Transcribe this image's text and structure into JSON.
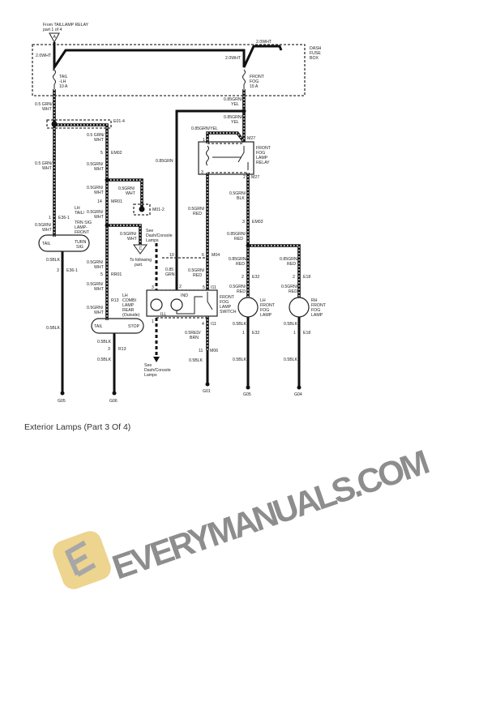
{
  "caption": "Exterior Lamps (Part 3 Of 4)",
  "watermark": "EVERYMANUALS.COM",
  "source": {
    "line1": "From TAILLAMP RELAY",
    "line2": "part 1 of 4",
    "connector": "A"
  },
  "fuse_box": {
    "line1": "DASH",
    "line2": "FUSE",
    "line3": "BOX"
  },
  "fuses": [
    {
      "l1": "TAIL",
      "l2": "-LH",
      "l3": "10 A"
    },
    {
      "l1": "FRONT",
      "l2": "FOG",
      "l3": "15 A"
    }
  ],
  "wires": [
    "2.0WHT",
    "2.0WHT",
    "2.0WHT",
    "0.5 GRN/",
    "WHT",
    "0.5 GRN/",
    "WHT",
    "0.5 GRN/",
    "WHT",
    "0.5GRN/",
    "WHT",
    "0.5GRN/",
    "WHT",
    "0.5GRN/",
    "WHT",
    "0.5GRN/",
    "WHT",
    "0.5GRN/",
    "WHT",
    "0.5GRN/",
    "WHT",
    "0.5GRN/",
    "WHT",
    "0.5GRN/",
    "WHT",
    "0.5GRN/",
    "WHT",
    "0.5BLK",
    "0.5BLK",
    "0.5BLK",
    "0.5BLK",
    "0.85GRN/",
    "YEL",
    "0.85GRN/",
    "YEL",
    "0.85GRN/YEL",
    "0.85GRN",
    "0.85",
    "GRN",
    "0.5GRN/",
    "RED",
    "0.5GRN/",
    "RED",
    "0.5GRN/",
    "BLK",
    "0.85GRN/",
    "RED",
    "0.85GRN/",
    "RED",
    "0.85GRN/",
    "RED",
    "0.5GRN/",
    "RED",
    "0.5GRN/",
    "RED",
    "0.5BLK",
    "0.5BLK",
    "0.5BLK",
    "0.5BLK",
    "0.5RED/",
    "BRN",
    "0.5BLK"
  ],
  "connectors": [
    "E01-4",
    "5",
    "EM02",
    "14",
    "MR01",
    "M01-2",
    "1",
    "E36-1",
    "3",
    "E36-1",
    "5",
    "RR01",
    "R13",
    "3",
    "R13",
    "1",
    "M27",
    "3",
    "2",
    "M27",
    "3",
    "EM03",
    "6",
    "M04",
    "3",
    "2",
    "5",
    "I11",
    "1",
    "4",
    "I11",
    "11",
    "M06",
    "2",
    "E32",
    "1",
    "E32",
    "2",
    "E18",
    "1",
    "E18",
    "10"
  ],
  "components": {
    "lh_front_lamp": {
      "l1": "LH",
      "l2": "TAIL/",
      "l3": "TRN SIG",
      "l4": "LAMP-",
      "l5": "FRONT",
      "tail": "TAIL",
      "turn1": "TURN",
      "turn2": "SIG"
    },
    "lh_combi_rear": {
      "l1": "LH",
      "l2": "COMBI",
      "l3": "LAMP",
      "l4": "REAR",
      "l5": "(Outside)",
      "tail": "TAIL",
      "stop": "STOP"
    },
    "fog_relay": {
      "l1": "FRONT",
      "l2": "FOG",
      "l3": "LAMP",
      "l4": "RELAY"
    },
    "fog_switch": {
      "l1": "FRONT",
      "l2": "FOG",
      "l3": "LAMP",
      "l4": "SWITCH",
      "ind": "IND",
      "ill": "ILL"
    },
    "lh_fog": {
      "l1": "LH",
      "l2": "FRONT",
      "l3": "FOG",
      "l4": "LAMP"
    },
    "rh_fog": {
      "l1": "RH",
      "l2": "FRONT",
      "l3": "FOG",
      "l4": "LAMP"
    }
  },
  "refs": {
    "dash1": {
      "l1": "See",
      "l2": "Dash/Console",
      "l3": "Lamps"
    },
    "dash2": {
      "l1": "See",
      "l2": "Dash/Console",
      "l3": "Lamps"
    },
    "following": {
      "connector": "C",
      "l1": "To following",
      "l2": "part."
    }
  },
  "grounds": [
    "G05",
    "G06",
    "G01",
    "G05",
    "G04"
  ],
  "colors": {
    "wire": "#111111",
    "watermark": "#7a7a7a",
    "logo": "#e8c66a"
  }
}
